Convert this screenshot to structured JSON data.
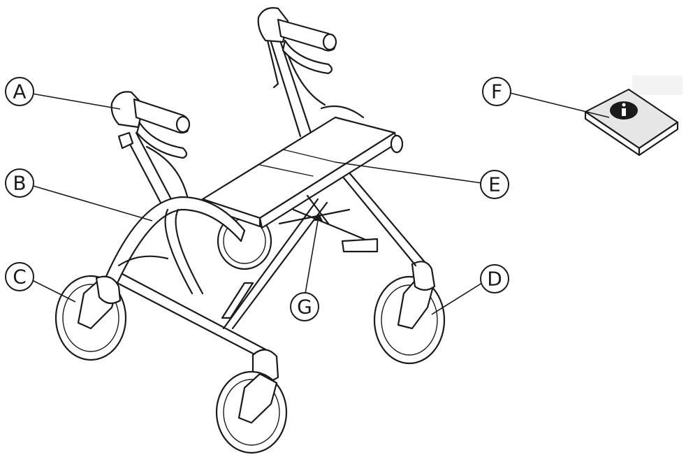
{
  "callouts": {
    "a": "A",
    "b": "B",
    "c": "C",
    "d": "D",
    "e": "E",
    "f": "F",
    "g": "G"
  },
  "colors": {
    "line": "#1a1a1a",
    "background": "#ffffff",
    "booklet_shade": "#e6e6e6"
  },
  "icons": {
    "manual_symbol": "info-icon"
  }
}
